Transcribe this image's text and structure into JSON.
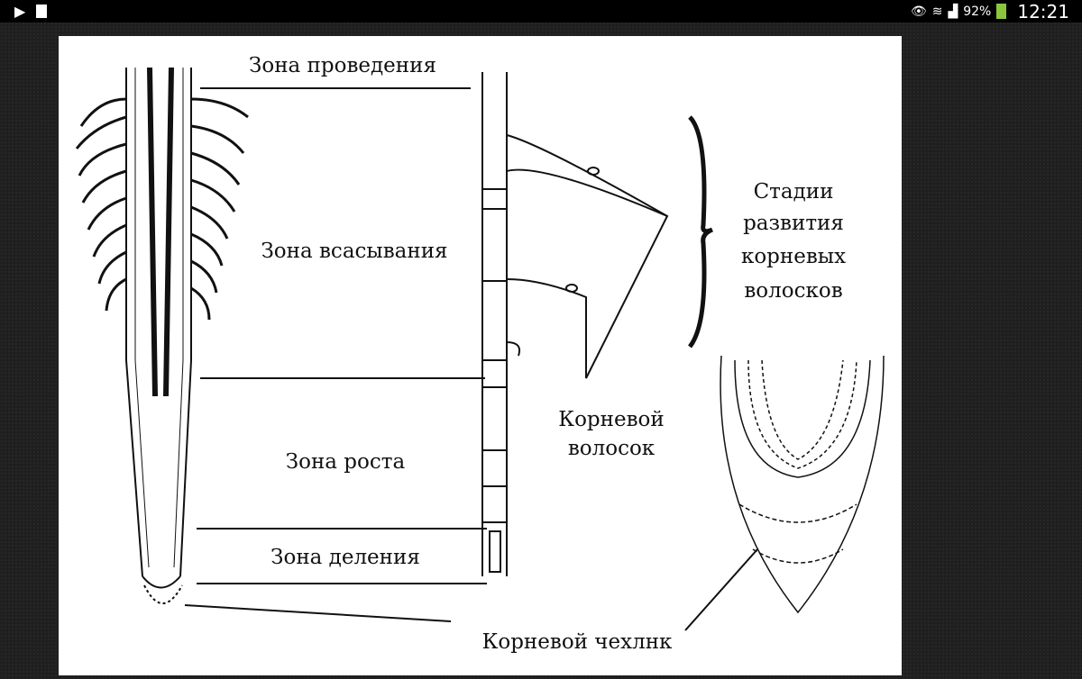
{
  "status_bar": {
    "icons": [
      "play-icon",
      "sim-card-icon",
      "eye-icon",
      "wifi-icon",
      "signal-icon",
      "battery-icon"
    ],
    "battery": "92%",
    "time": "12:21",
    "battery_color": "#8cc63f"
  },
  "diagram": {
    "zone_conduction": "Зона проведения",
    "zone_absorption": "Зона всасывания",
    "zone_growth": "Зона роста",
    "zone_division": "Зона деления",
    "root_hair_line1": "Корневой",
    "root_hair_line2": "волосок",
    "stages_line1": "Стадии",
    "stages_line2": "развития",
    "stages_line3": "корневых",
    "stages_line4": "волосков",
    "root_cap": "Корневой чехлнк"
  }
}
